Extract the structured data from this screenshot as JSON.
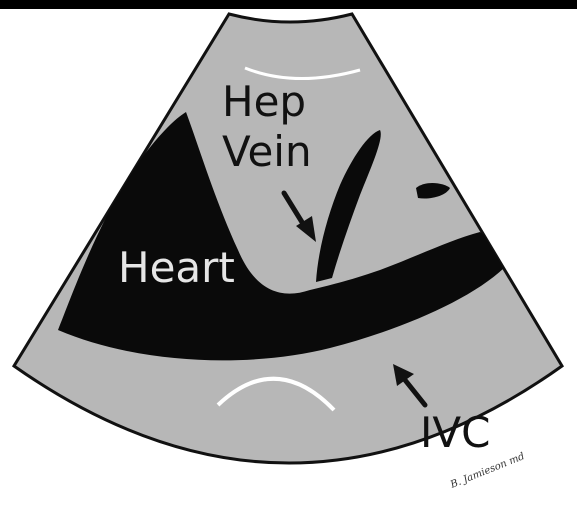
{
  "diagram": {
    "labels": {
      "hep_line1": "Hep",
      "hep_line2": "Vein",
      "heart": "Heart",
      "ivc": "IVC"
    },
    "signature": "B. Jamieson md"
  },
  "colors": {
    "tissue": "#b7b7b7",
    "structure": "#0a0a0a",
    "outline": "#111111",
    "echo": "#ffffff",
    "background": "#ffffff"
  }
}
